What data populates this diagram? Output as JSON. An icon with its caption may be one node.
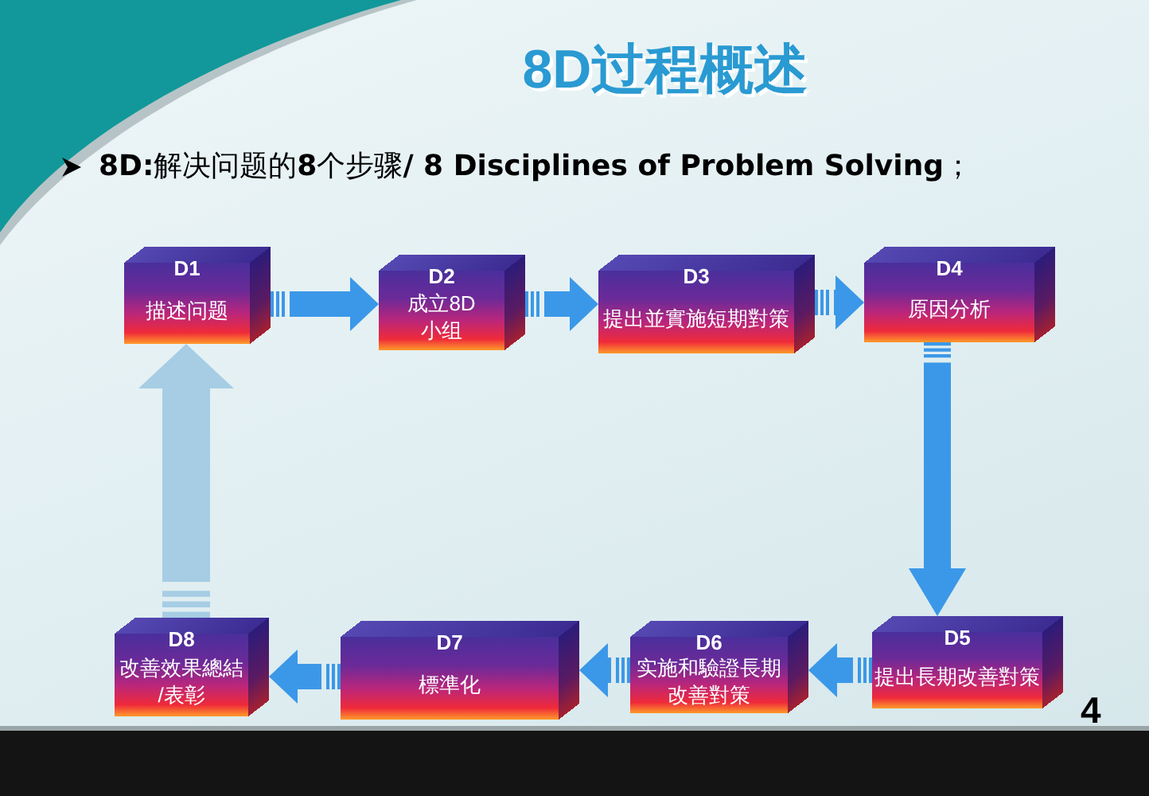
{
  "diagram": {
    "title": "8D过程概述",
    "nodes": [
      {
        "text": [
          "D1",
          "描述问题"
        ]
      },
      {
        "text": [
          "D2",
          "成立8D小组"
        ]
      },
      {
        "text": [
          "D3",
          "提出並實施短期對策"
        ]
      },
      {
        "text": [
          "D4",
          "原因分析"
        ]
      },
      {
        "text": [
          "D5",
          "提出長期改善對策"
        ]
      },
      {
        "text": [
          "D6",
          "实施和驗證長期改善對策"
        ]
      },
      {
        "text": [
          "D7",
          "標準化"
        ]
      },
      {
        "text": [
          "D8",
          "改善效果總結/表彰"
        ]
      }
    ],
    "edges": [
      {
        "from": 0,
        "to": 1,
        "arrow": "to"
      },
      {
        "from": 1,
        "to": 2,
        "arrow": "to"
      },
      {
        "from": 2,
        "to": 3,
        "arrow": "to"
      },
      {
        "from": 3,
        "to": 4,
        "arrow": "to"
      },
      {
        "from": 4,
        "to": 5,
        "arrow": "to"
      },
      {
        "from": 5,
        "to": 6,
        "arrow": "to"
      },
      {
        "from": 6,
        "to": 7,
        "arrow": "to"
      },
      {
        "from": 7,
        "to": 0,
        "arrow": "to",
        "color": "#a6cde4"
      }
    ],
    "labels": [
      "**8D:**解决问题的**8**个步骤**/ 8 Disciplines of Problem Solving**；",
      "4"
    ]
  }
}
